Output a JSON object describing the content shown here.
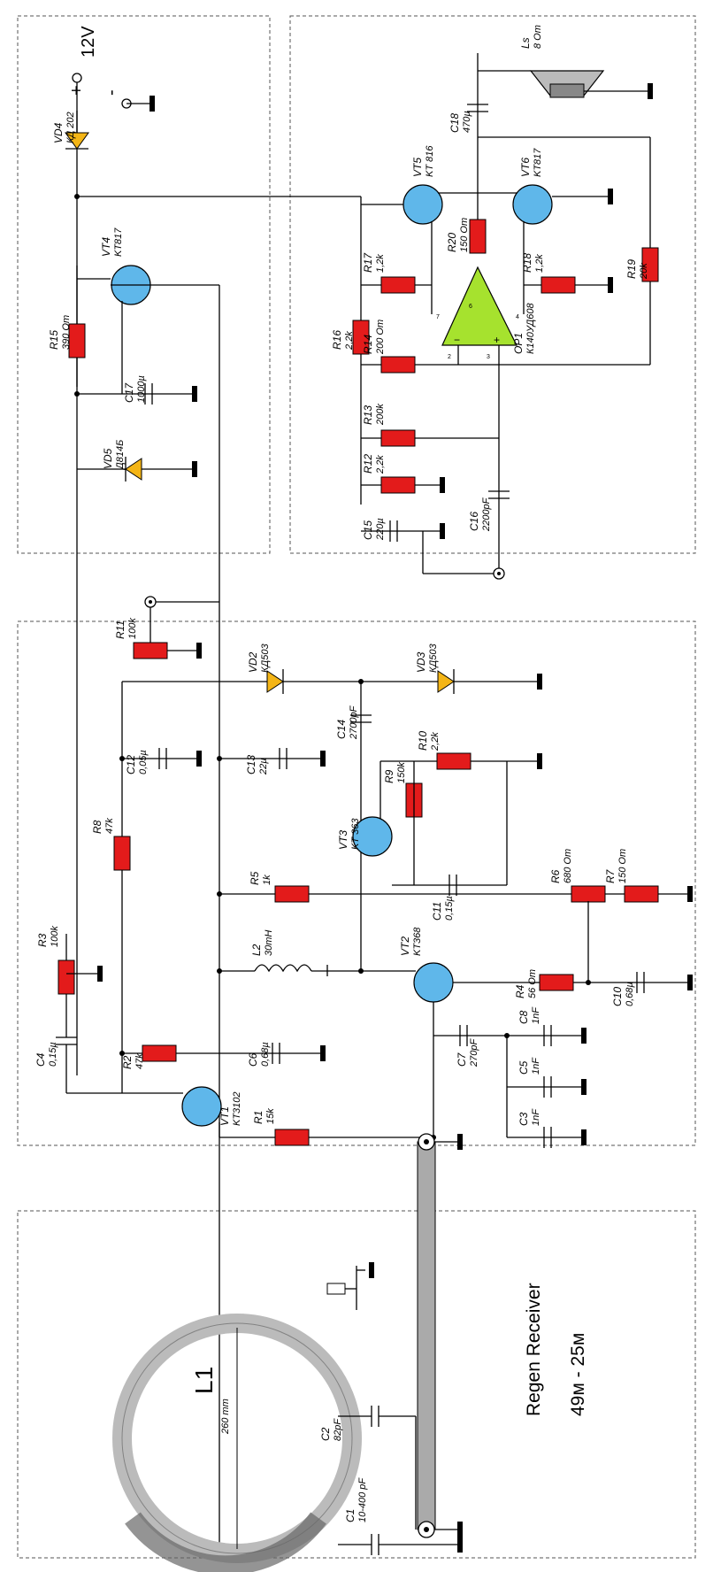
{
  "title": "Regen Receiver",
  "bands": "49м - 25м",
  "supply": {
    "voltage": "12V",
    "plus": "+",
    "minus": "-"
  },
  "loop": {
    "name": "L1",
    "diameter": "260 mm"
  },
  "pin_numbers": [
    "7",
    "6",
    "4",
    "2",
    "3"
  ],
  "components": [
    {
      "ref": "C1",
      "value": "10-400 pF"
    },
    {
      "ref": "C2",
      "value": "82pF"
    },
    {
      "ref": "C3",
      "value": "1nF"
    },
    {
      "ref": "C4",
      "value": "0,15µ"
    },
    {
      "ref": "C5",
      "value": "1nF"
    },
    {
      "ref": "C6",
      "value": "0,68µ"
    },
    {
      "ref": "C7",
      "value": "270pF"
    },
    {
      "ref": "C8",
      "value": "1nF"
    },
    {
      "ref": "C10",
      "value": "0,68µ"
    },
    {
      "ref": "C11",
      "value": "0,15µ"
    },
    {
      "ref": "C12",
      "value": "0,05µ"
    },
    {
      "ref": "C13",
      "value": "22µ"
    },
    {
      "ref": "C14",
      "value": "2700pF"
    },
    {
      "ref": "C15",
      "value": "220µ"
    },
    {
      "ref": "C16",
      "value": "2200pF"
    },
    {
      "ref": "C17",
      "value": "1000µ"
    },
    {
      "ref": "C18",
      "value": "470µ"
    },
    {
      "ref": "R1",
      "value": "15k"
    },
    {
      "ref": "R2",
      "value": "47k"
    },
    {
      "ref": "R3",
      "value": "100k"
    },
    {
      "ref": "R4",
      "value": "56 Om"
    },
    {
      "ref": "R5",
      "value": "1k"
    },
    {
      "ref": "R6",
      "value": "680 Om"
    },
    {
      "ref": "R7",
      "value": "150 Om"
    },
    {
      "ref": "R8",
      "value": "47k"
    },
    {
      "ref": "R9",
      "value": "150k"
    },
    {
      "ref": "R10",
      "value": "2,2k"
    },
    {
      "ref": "R11",
      "value": "100k"
    },
    {
      "ref": "R12",
      "value": "2,2k"
    },
    {
      "ref": "R13",
      "value": "200k"
    },
    {
      "ref": "R14",
      "value": "200 Om"
    },
    {
      "ref": "R15",
      "value": "390 Om"
    },
    {
      "ref": "R16",
      "value": "2,2k"
    },
    {
      "ref": "R17",
      "value": "1,2k"
    },
    {
      "ref": "R18",
      "value": "1,2k"
    },
    {
      "ref": "R19",
      "value": "20k"
    },
    {
      "ref": "R20",
      "value": "150 Om"
    },
    {
      "ref": "L2",
      "value": "30mH"
    },
    {
      "ref": "VT1",
      "value": "KT3102"
    },
    {
      "ref": "VT2",
      "value": "KT368"
    },
    {
      "ref": "VT3",
      "value": "KT 363"
    },
    {
      "ref": "VT4",
      "value": "KT817"
    },
    {
      "ref": "VT5",
      "value": "KT 816"
    },
    {
      "ref": "VT6",
      "value": "KT817"
    },
    {
      "ref": "VD2",
      "value": "КД503"
    },
    {
      "ref": "VD3",
      "value": "КД503"
    },
    {
      "ref": "VD4",
      "value": "КД 202"
    },
    {
      "ref": "VD5",
      "value": "Д814Б"
    },
    {
      "ref": "OP1",
      "value": "К140УД608"
    },
    {
      "ref": "Ls",
      "value": "8 Om"
    }
  ]
}
